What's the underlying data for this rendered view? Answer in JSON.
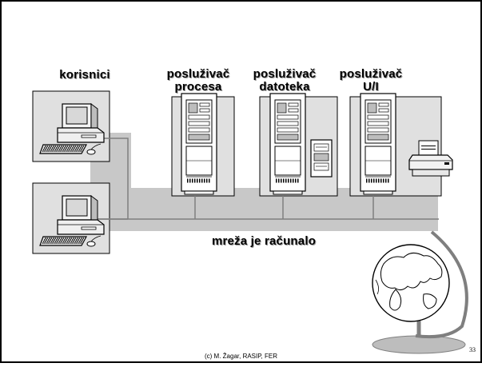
{
  "labels": {
    "users": "korisnici",
    "process_server": [
      "posluživač",
      "procesa"
    ],
    "file_server": [
      "posluživač",
      "datoteka"
    ],
    "io_server": [
      "posluživač",
      "U/I"
    ],
    "network": "mreža je računalo"
  },
  "footer": "(c) M. Žagar, RASIP, FER",
  "page_number": "33",
  "colors": {
    "border": "#000000",
    "panel": "#e0e0e0",
    "band": "#c8c8c8",
    "line": "#7f7f7f"
  }
}
